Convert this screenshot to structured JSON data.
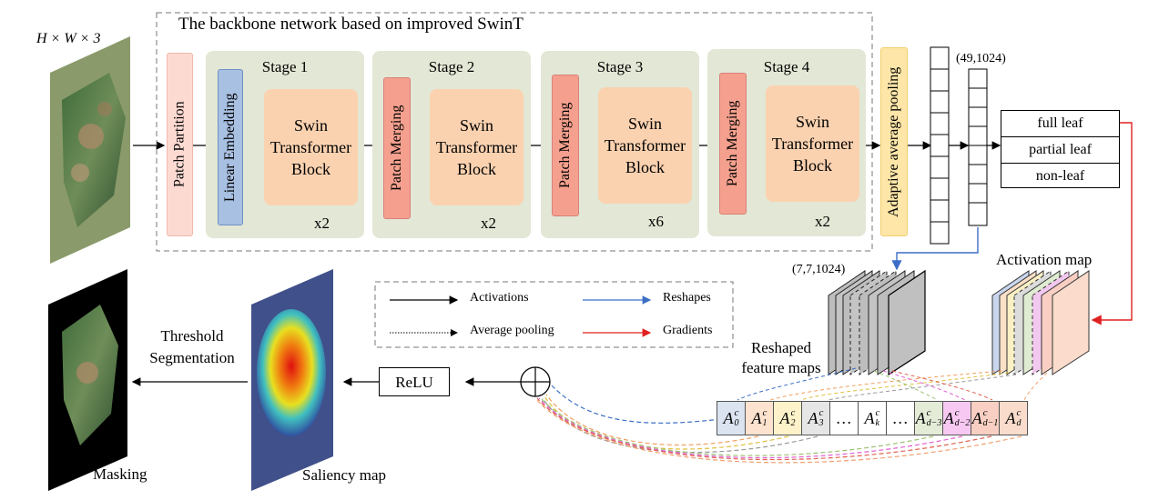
{
  "input": {
    "size_label": "H × W × 3"
  },
  "backbone": {
    "title": "The backbone network based on improved SwinT"
  },
  "patch_partition": "Patch Partition",
  "linear_embedding": "Linear Embedding",
  "patch_merging": "Patch Merging",
  "swin_block": [
    "Swin",
    "Transformer",
    "Block"
  ],
  "stages": [
    {
      "name": "Stage 1",
      "repeat": "x2"
    },
    {
      "name": "Stage 2",
      "repeat": "x2"
    },
    {
      "name": "Stage 3",
      "repeat": "x6"
    },
    {
      "name": "Stage 4",
      "repeat": "x2"
    }
  ],
  "pooling": "Adaptive average pooling",
  "feature_shape": "(49,1024)",
  "classes": [
    "full leaf",
    "partial leaf",
    "non-leaf"
  ],
  "reshaped_shape": "(7,7,1024)",
  "reshaped_label": [
    "Reshaped",
    "feature maps"
  ],
  "activation_map_label": "Activation map",
  "legend": {
    "activations": "Activations",
    "reshapes": "Reshapes",
    "average_pooling": "Average pooling",
    "gradients": "Gradients"
  },
  "relu": "ReLU",
  "threshold": [
    "Threshold",
    "Segmentation"
  ],
  "saliency_label": "Saliency map",
  "masking_label": "Masking",
  "cells": [
    {
      "base": "A",
      "sub": "0",
      "sup": "c",
      "bg": "#dbe3f1"
    },
    {
      "base": "A",
      "sub": "1",
      "sup": "c",
      "bg": "#fde3cf"
    },
    {
      "base": "A",
      "sub": "2",
      "sup": "c",
      "bg": "#fdf2c9"
    },
    {
      "base": "A",
      "sub": "3",
      "sup": "c",
      "bg": "#e6e6e6"
    },
    {
      "base": "…",
      "sub": "",
      "sup": "",
      "bg": "#ffffff"
    },
    {
      "base": "A",
      "sub": "k",
      "sup": "c",
      "bg": "#ffffff"
    },
    {
      "base": "…",
      "sub": "",
      "sup": "",
      "bg": "#ffffff"
    },
    {
      "base": "A",
      "sub": "d−3",
      "sup": "c",
      "bg": "#e4ecd8"
    },
    {
      "base": "A",
      "sub": "d−2",
      "sup": "c",
      "bg": "#f7c9f2"
    },
    {
      "base": "A",
      "sub": "d−1",
      "sup": "c",
      "bg": "#f8cfc2"
    },
    {
      "base": "A",
      "sub": "d",
      "sup": "c",
      "bg": "#fadccc"
    }
  ]
}
